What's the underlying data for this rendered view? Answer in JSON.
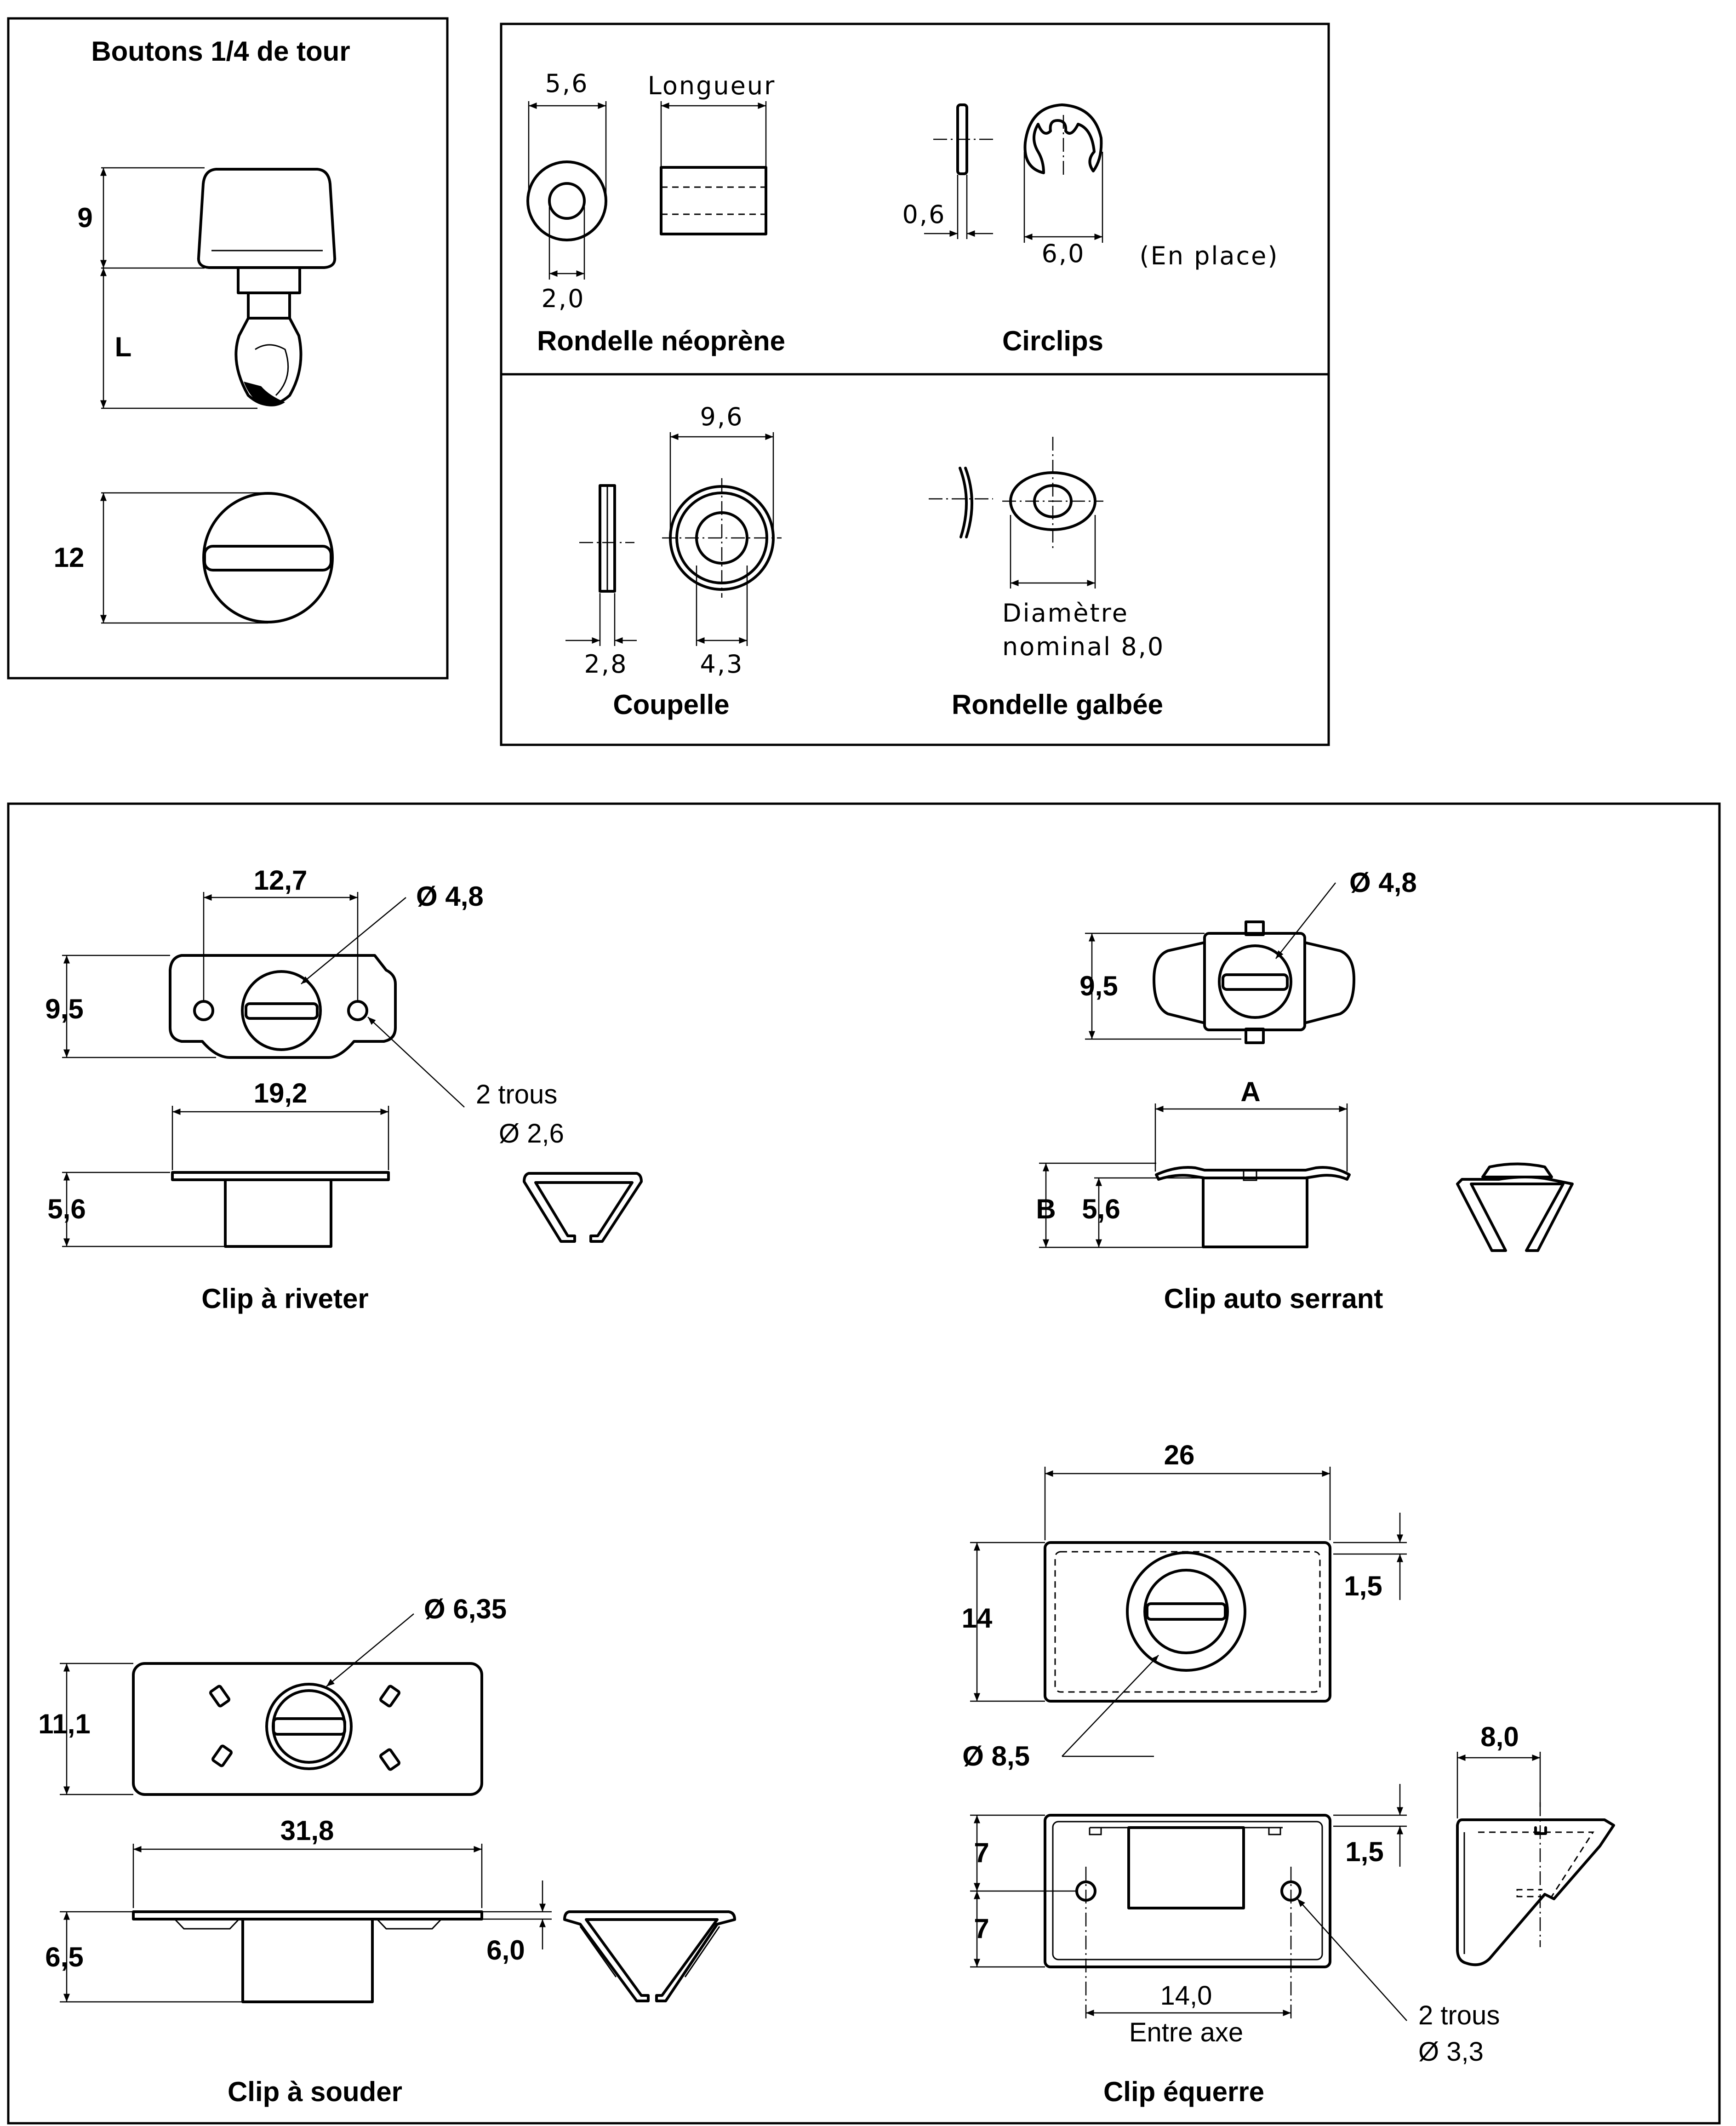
{
  "top_left_panel": {
    "title": "Boutons 1/4 de tour",
    "dim_height": "9",
    "dim_length": "L",
    "dim_diameter": "12"
  },
  "top_right_panel": {
    "rondelle_neoprene": {
      "caption": "Rondelle néoprène",
      "dim_outer": "5,6",
      "dim_length_label": "Longueur",
      "dim_inner": "2,0"
    },
    "circlips": {
      "caption": "Circlips",
      "dim_thickness": "0,6",
      "dim_width": "6,0",
      "note": "(En place)"
    },
    "coupelle": {
      "caption": "Coupelle",
      "dim_outer": "9,6",
      "dim_thickness": "2,8",
      "dim_inner": "4,3"
    },
    "rondelle_galbee": {
      "caption": "Rondelle galbée",
      "note_line1": "Diamètre",
      "note_line2": "nominal 8,0"
    }
  },
  "bottom_panel": {
    "clip_riveter": {
      "caption": "Clip à riveter",
      "dim_hole_spacing": "12,7",
      "dim_center_hole": "Ø 4,8",
      "dim_height": "9,5",
      "dim_width": "19,2",
      "dim_holes_line1": "2 trous",
      "dim_holes_line2": "Ø 2,6",
      "dim_depth": "5,6"
    },
    "clip_auto_serrant": {
      "caption": "Clip auto serrant",
      "dim_center_hole": "Ø 4,8",
      "dim_height": "9,5",
      "dim_a": "A",
      "dim_b": "B",
      "dim_depth": "5,6"
    },
    "clip_souder": {
      "caption": "Clip à souder",
      "dim_center_hole": "Ø 6,35",
      "dim_height": "11,1",
      "dim_width": "31,8",
      "dim_depth": "6,5",
      "dim_side": "6,0"
    },
    "clip_equerre": {
      "caption": "Clip équerre",
      "dim_width": "26",
      "dim_height": "14",
      "dim_flange": "1,5",
      "dim_ring": "Ø 8,5",
      "dim_side_width": "8,0",
      "dim_upper": "7",
      "dim_lower": "7",
      "dim_flange2": "1,5",
      "dim_axis": "14,0",
      "dim_axis_label": "Entre axe",
      "dim_holes_line1": "2 trous",
      "dim_holes_line2": "Ø 3,3"
    }
  }
}
